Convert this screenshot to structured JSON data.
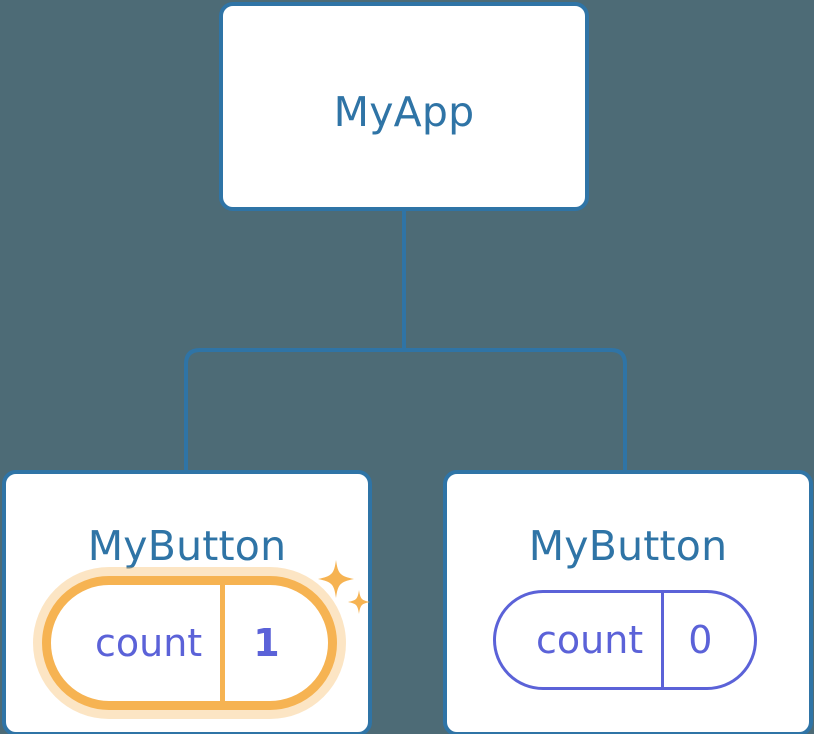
{
  "theme": {
    "background": "#4d6b76",
    "card_background": "#ffffff",
    "card_border": "#2f74a6",
    "title_text": "#2f74a6",
    "wire": "#2f74a6",
    "state_text": "#5b62d8",
    "state_border": "#5b62d8",
    "highlight_stroke": "#f6b352",
    "highlight_glow": "#fbdcae",
    "sparkle": "#f6b352"
  },
  "diagram": {
    "type": "component-tree",
    "root": {
      "id": "node-app",
      "title": "MyApp",
      "state": null
    },
    "children": [
      {
        "id": "node-btn-left",
        "title": "MyButton",
        "state": {
          "key": "count",
          "value": "1",
          "highlighted": true,
          "sparkle_icon": "sparkles-icon"
        }
      },
      {
        "id": "node-btn-right",
        "title": "MyButton",
        "state": {
          "key": "count",
          "value": "0",
          "highlighted": false,
          "sparkle_icon": null
        }
      }
    ],
    "edges": [
      {
        "from": "node-app",
        "to": "node-btn-left"
      },
      {
        "from": "node-app",
        "to": "node-btn-right"
      }
    ]
  }
}
